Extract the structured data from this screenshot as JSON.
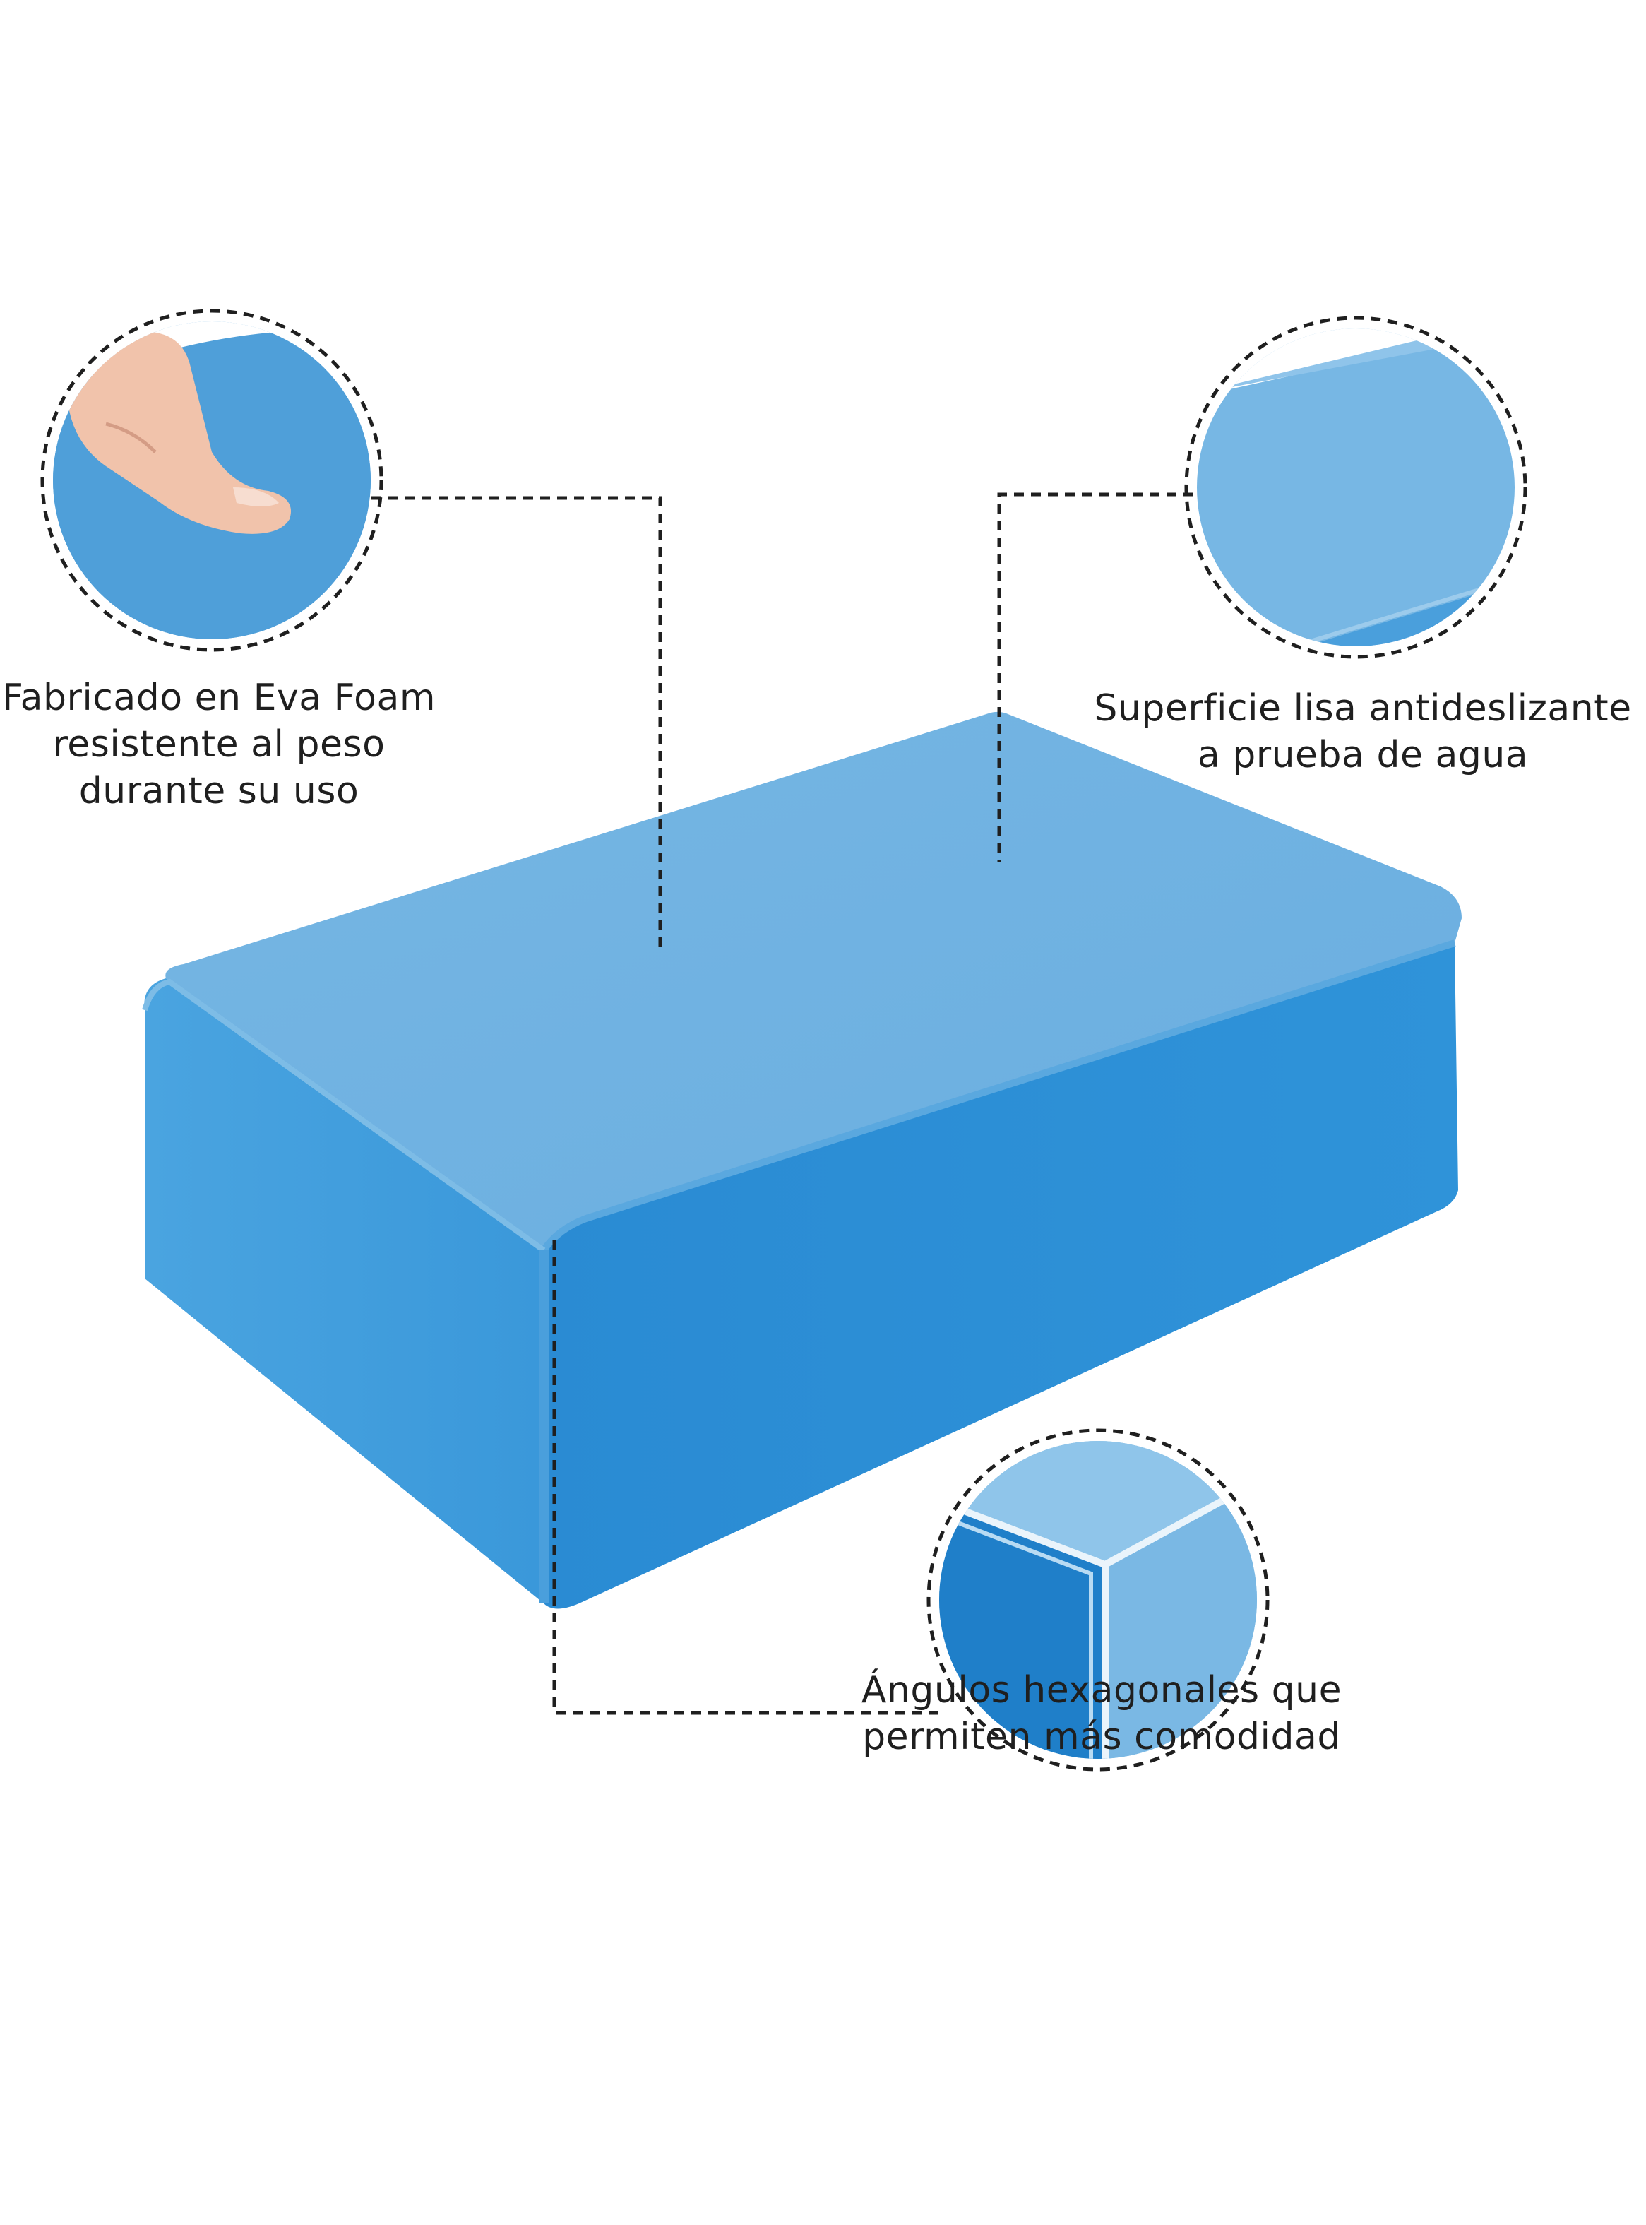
{
  "colors": {
    "block_top": "#6fb1e0",
    "block_front": "#2b8fd6",
    "block_side": "#3f9cdc",
    "dash_line": "#1f1f1f",
    "caption_text": "#1f1f1f"
  },
  "callouts": [
    {
      "id": "eva-foam",
      "lines": [
        "Fabricado en Eva Foam",
        "resistente al peso",
        "durante su uso"
      ],
      "detail": "finger pressing foam surface"
    },
    {
      "id": "surface",
      "lines": [
        "Superficie lisa antideslizante",
        "a prueba de agua"
      ],
      "detail": "close-up of smooth top edge"
    },
    {
      "id": "angles",
      "lines": [
        "Ángulos hexagonales que",
        "permiten más comodidad"
      ],
      "detail": "close-up of beveled corner"
    }
  ]
}
